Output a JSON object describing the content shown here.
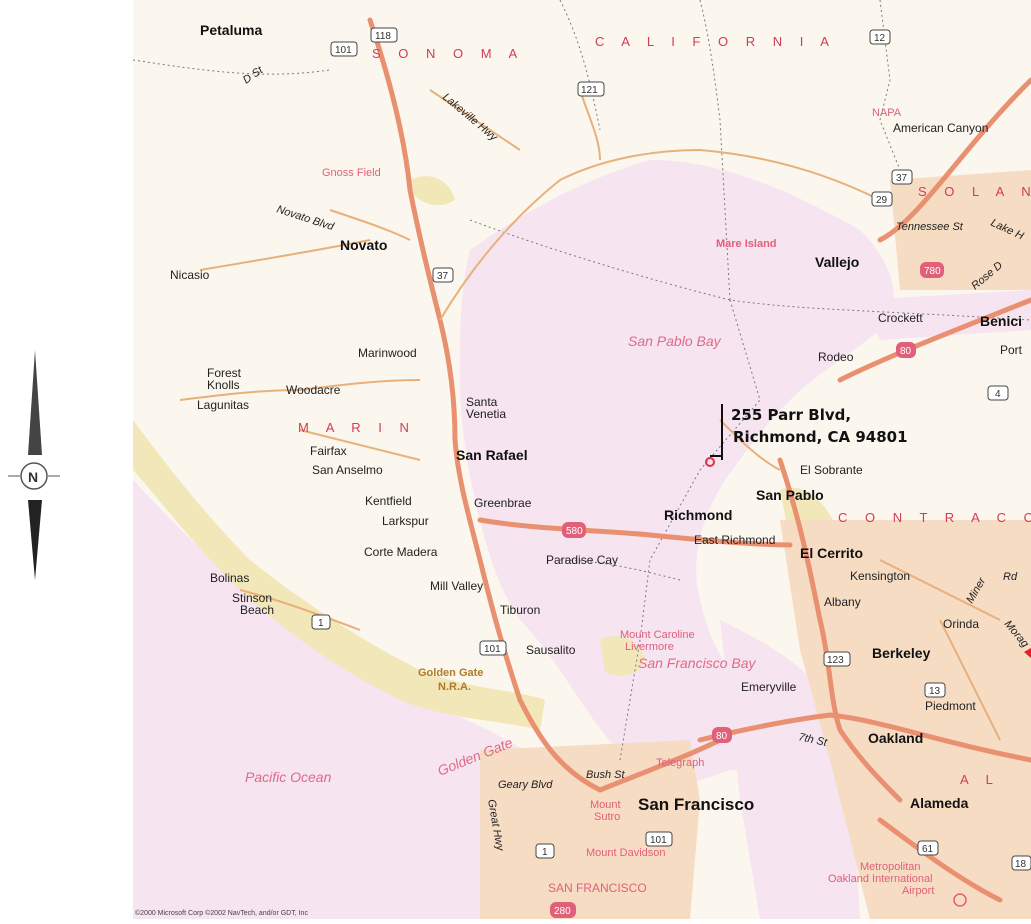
{
  "map": {
    "regions": {
      "california": "C A L I F O R N I A",
      "sonoma": "S O N O M A",
      "marin": "M A R I N",
      "solano": "S O L A N",
      "contra_costa": "C O N T R A   C O",
      "napa": "NAPA",
      "alameda_partial": "A L"
    },
    "water": {
      "san_pablo_bay": "San Pablo Bay",
      "san_francisco_bay": "San Francisco Bay",
      "pacific_ocean": "Pacific Ocean",
      "golden_gate": "Golden Gate"
    },
    "poi": {
      "gnoss_field": "Gnoss Field",
      "mare_island": "Mare Island",
      "golden_gate_nra": "Golden Gate",
      "golden_gate_nra2": "N.R.A.",
      "mount_caroline": "Mount Caroline",
      "livermore": "Livermore",
      "telegraph": "Telegraph",
      "mount_sutro": "Mount",
      "mount_sutro2": "Sutro",
      "mount_davidson": "Mount Davidson",
      "metropolitan": "Metropolitan",
      "oakland_intl": "Oakland International",
      "airport": "Airport",
      "san_francisco_county": "SAN FRANCISCO"
    },
    "cities": {
      "petaluma": "Petaluma",
      "novato": "Novato",
      "nicasio": "Nicasio",
      "marinwood": "Marinwood",
      "forest_knolls": "Forest",
      "forest_knolls2": "Knolls",
      "lagunitas": "Lagunitas",
      "woodacre": "Woodacre",
      "santa_venetia": "Santa",
      "santa_venetia2": "Venetia",
      "fairfax": "Fairfax",
      "san_anselmo": "San Anselmo",
      "san_rafael": "San Rafael",
      "kentfield": "Kentfield",
      "greenbrae": "Greenbrae",
      "larkspur": "Larkspur",
      "corte_madera": "Corte Madera",
      "paradise_cay": "Paradise Cay",
      "mill_valley": "Mill Valley",
      "bolinas": "Bolinas",
      "stinson": "Stinson",
      "stinson2": "Beach",
      "tiburon": "Tiburon",
      "sausalito": "Sausalito",
      "american_canyon": "American Canyon",
      "vallejo": "Vallejo",
      "crockett": "Crockett",
      "benicia": "Benici",
      "port": "Port",
      "rodeo": "Rodeo",
      "el_sobrante": "El Sobrante",
      "san_pablo": "San Pablo",
      "richmond": "Richmond",
      "east_richmond": "East Richmond",
      "el_cerrito": "El Cerrito",
      "kensington": "Kensington",
      "albany": "Albany",
      "orinda": "Orinda",
      "berkeley": "Berkeley",
      "emeryville": "Emeryville",
      "piedmont": "Piedmont",
      "oakland": "Oakland",
      "alameda": "Alameda",
      "san_francisco": "San Francisco"
    },
    "roads": {
      "r118": "118",
      "r101a": "101",
      "r12": "12",
      "r121": "121",
      "r37a": "37",
      "r37b": "37",
      "r29": "29",
      "r4": "4",
      "r1a": "1",
      "r101b": "101",
      "r123": "123",
      "r13": "13",
      "r101c": "101",
      "r1b": "1",
      "r61": "61",
      "r18": "18",
      "i580": "580",
      "i80a": "80",
      "i80b": "80",
      "i780": "780",
      "i280": "280",
      "d_st": "D St",
      "lakeville": "Lakeville Hwy",
      "novato_blvd": "Novato Blvd",
      "tennessee": "Tennessee St",
      "lake_h": "Lake H",
      "rose_d": "Rose D",
      "seventh": "7th St",
      "geary": "Geary Blvd",
      "bush": "Bush St",
      "great_hwy": "Great Hwy",
      "miner": "Miner",
      "moraga": "Morag",
      "rd": "Rd"
    },
    "address": {
      "line1": "255 Parr Blvd,",
      "line2": "Richmond, CA 94801"
    },
    "compass_letter": "N",
    "copyright": "©2000 Microsoft Corp ©2002 NavTech, and/or GDT, Inc"
  }
}
